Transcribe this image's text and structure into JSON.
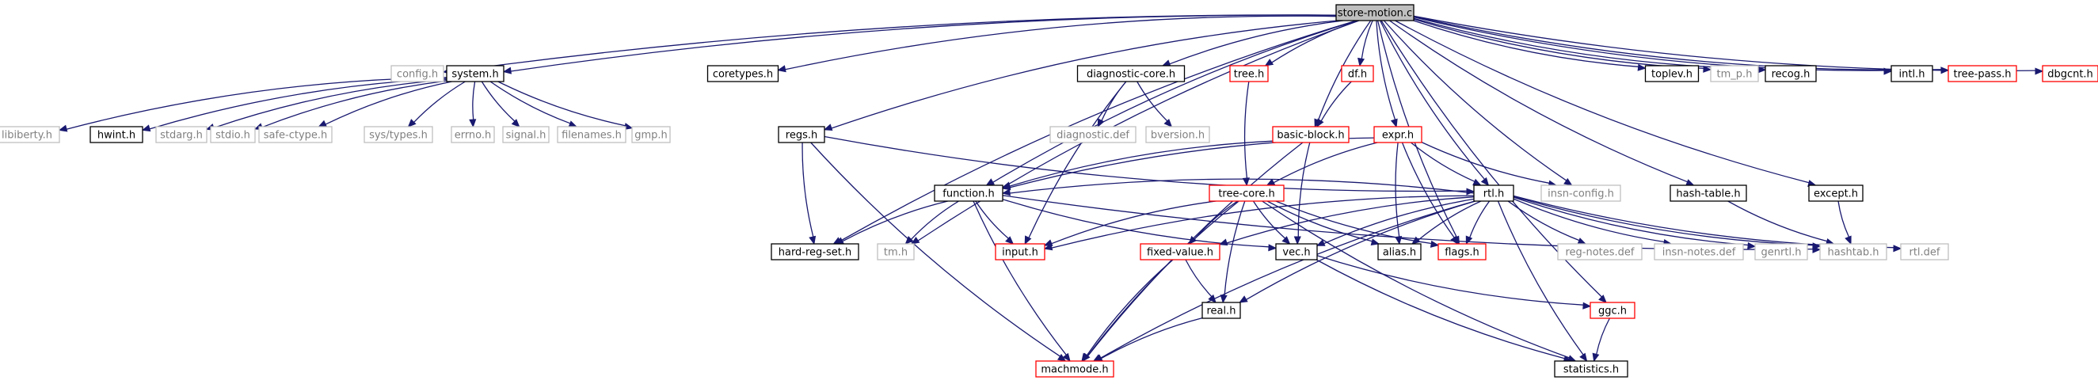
{
  "diagram": {
    "colors": {
      "edge": "#191970",
      "border_default": "#000000",
      "border_missing": "#bfbfbf",
      "border_truncated": "#ff0000",
      "fill_root": "#bfbfbf",
      "fill_default": "#ffffff",
      "text_default": "#000000",
      "text_missing": "#808080"
    },
    "nodes": [
      {
        "id": "store-motion",
        "label": "store-motion.c",
        "kind": "root"
      },
      {
        "id": "config",
        "label": "config.h",
        "kind": "missing"
      },
      {
        "id": "system",
        "label": "system.h",
        "kind": "default"
      },
      {
        "id": "coretypes",
        "label": "coretypes.h",
        "kind": "default"
      },
      {
        "id": "diagnostic-core",
        "label": "diagnostic-core.h",
        "kind": "default"
      },
      {
        "id": "tree",
        "label": "tree.h",
        "kind": "truncated"
      },
      {
        "id": "df",
        "label": "df.h",
        "kind": "truncated"
      },
      {
        "id": "toplev",
        "label": "toplev.h",
        "kind": "default"
      },
      {
        "id": "tm_p",
        "label": "tm_p.h",
        "kind": "missing"
      },
      {
        "id": "recog",
        "label": "recog.h",
        "kind": "default"
      },
      {
        "id": "intl",
        "label": "intl.h",
        "kind": "default"
      },
      {
        "id": "tree-pass",
        "label": "tree-pass.h",
        "kind": "truncated"
      },
      {
        "id": "dbgcnt",
        "label": "dbgcnt.h",
        "kind": "truncated"
      },
      {
        "id": "libiberty",
        "label": "libiberty.h",
        "kind": "missing"
      },
      {
        "id": "hwint",
        "label": "hwint.h",
        "kind": "default"
      },
      {
        "id": "stdarg",
        "label": "stdarg.h",
        "kind": "missing"
      },
      {
        "id": "stdio",
        "label": "stdio.h",
        "kind": "missing"
      },
      {
        "id": "safe-ctype",
        "label": "safe-ctype.h",
        "kind": "missing"
      },
      {
        "id": "sys-types",
        "label": "sys/types.h",
        "kind": "missing"
      },
      {
        "id": "errno",
        "label": "errno.h",
        "kind": "missing"
      },
      {
        "id": "signal",
        "label": "signal.h",
        "kind": "missing"
      },
      {
        "id": "filenames",
        "label": "filenames.h",
        "kind": "missing"
      },
      {
        "id": "gmp",
        "label": "gmp.h",
        "kind": "missing"
      },
      {
        "id": "diagnostic-def",
        "label": "diagnostic.def",
        "kind": "missing"
      },
      {
        "id": "bversion",
        "label": "bversion.h",
        "kind": "missing"
      },
      {
        "id": "basic-block",
        "label": "basic-block.h",
        "kind": "truncated"
      },
      {
        "id": "expr",
        "label": "expr.h",
        "kind": "truncated"
      },
      {
        "id": "regs",
        "label": "regs.h",
        "kind": "default"
      },
      {
        "id": "function",
        "label": "function.h",
        "kind": "default"
      },
      {
        "id": "tree-core",
        "label": "tree-core.h",
        "kind": "truncated"
      },
      {
        "id": "rtl",
        "label": "rtl.h",
        "kind": "default"
      },
      {
        "id": "insn-config",
        "label": "insn-config.h",
        "kind": "missing"
      },
      {
        "id": "hash-table",
        "label": "hash-table.h",
        "kind": "default"
      },
      {
        "id": "except",
        "label": "except.h",
        "kind": "default"
      },
      {
        "id": "hard-reg-set",
        "label": "hard-reg-set.h",
        "kind": "default"
      },
      {
        "id": "tm",
        "label": "tm.h",
        "kind": "missing"
      },
      {
        "id": "input",
        "label": "input.h",
        "kind": "truncated"
      },
      {
        "id": "fixed-value",
        "label": "fixed-value.h",
        "kind": "truncated"
      },
      {
        "id": "vec",
        "label": "vec.h",
        "kind": "default"
      },
      {
        "id": "alias",
        "label": "alias.h",
        "kind": "default"
      },
      {
        "id": "flags",
        "label": "flags.h",
        "kind": "truncated"
      },
      {
        "id": "reg-notes",
        "label": "reg-notes.def",
        "kind": "missing"
      },
      {
        "id": "insn-notes",
        "label": "insn-notes.def",
        "kind": "missing"
      },
      {
        "id": "genrtl",
        "label": "genrtl.h",
        "kind": "missing"
      },
      {
        "id": "hashtab",
        "label": "hashtab.h",
        "kind": "missing"
      },
      {
        "id": "rtl-def",
        "label": "rtl.def",
        "kind": "missing"
      },
      {
        "id": "real",
        "label": "real.h",
        "kind": "default"
      },
      {
        "id": "ggc",
        "label": "ggc.h",
        "kind": "truncated"
      },
      {
        "id": "machmode",
        "label": "machmode.h",
        "kind": "truncated"
      },
      {
        "id": "statistics",
        "label": "statistics.h",
        "kind": "default"
      }
    ],
    "edges": [
      [
        "store-motion",
        "config"
      ],
      [
        "store-motion",
        "system"
      ],
      [
        "store-motion",
        "coretypes"
      ],
      [
        "store-motion",
        "diagnostic-core"
      ],
      [
        "store-motion",
        "tree"
      ],
      [
        "store-motion",
        "df"
      ],
      [
        "store-motion",
        "toplev"
      ],
      [
        "store-motion",
        "tm_p"
      ],
      [
        "store-motion",
        "recog"
      ],
      [
        "store-motion",
        "intl"
      ],
      [
        "store-motion",
        "tree-pass"
      ],
      [
        "store-motion",
        "dbgcnt"
      ],
      [
        "store-motion",
        "regs"
      ],
      [
        "store-motion",
        "function"
      ],
      [
        "store-motion",
        "hard-reg-set"
      ],
      [
        "store-motion",
        "tm"
      ],
      [
        "store-motion",
        "basic-block"
      ],
      [
        "store-motion",
        "expr"
      ],
      [
        "store-motion",
        "flags"
      ],
      [
        "store-motion",
        "rtl"
      ],
      [
        "store-motion",
        "insn-config"
      ],
      [
        "store-motion",
        "hash-table"
      ],
      [
        "store-motion",
        "except"
      ],
      [
        "store-motion",
        "ggc"
      ],
      [
        "system",
        "libiberty"
      ],
      [
        "system",
        "hwint"
      ],
      [
        "system",
        "stdarg"
      ],
      [
        "system",
        "stdio"
      ],
      [
        "system",
        "safe-ctype"
      ],
      [
        "system",
        "sys-types"
      ],
      [
        "system",
        "errno"
      ],
      [
        "system",
        "signal"
      ],
      [
        "system",
        "filenames"
      ],
      [
        "system",
        "gmp"
      ],
      [
        "diagnostic-core",
        "diagnostic-def"
      ],
      [
        "diagnostic-core",
        "bversion"
      ],
      [
        "diagnostic-core",
        "input"
      ],
      [
        "tree",
        "tree-core"
      ],
      [
        "df",
        "basic-block"
      ],
      [
        "basic-block",
        "function"
      ],
      [
        "basic-block",
        "vec"
      ],
      [
        "basic-block",
        "machmode"
      ],
      [
        "expr",
        "function"
      ],
      [
        "expr",
        "tree-core"
      ],
      [
        "expr",
        "rtl"
      ],
      [
        "expr",
        "insn-config"
      ],
      [
        "expr",
        "alias"
      ],
      [
        "expr",
        "flags"
      ],
      [
        "regs",
        "rtl"
      ],
      [
        "regs",
        "hard-reg-set"
      ],
      [
        "regs",
        "machmode"
      ],
      [
        "function",
        "hard-reg-set"
      ],
      [
        "function",
        "tm"
      ],
      [
        "function",
        "input"
      ],
      [
        "function",
        "vec"
      ],
      [
        "function",
        "hashtab"
      ],
      [
        "function",
        "machmode"
      ],
      [
        "tree-core",
        "input"
      ],
      [
        "tree-core",
        "fixed-value"
      ],
      [
        "tree-core",
        "vec"
      ],
      [
        "tree-core",
        "alias"
      ],
      [
        "tree-core",
        "flags"
      ],
      [
        "tree-core",
        "real"
      ],
      [
        "tree-core",
        "machmode"
      ],
      [
        "tree-core",
        "statistics"
      ],
      [
        "rtl",
        "function"
      ],
      [
        "rtl",
        "input"
      ],
      [
        "rtl",
        "fixed-value"
      ],
      [
        "rtl",
        "vec"
      ],
      [
        "rtl",
        "alias"
      ],
      [
        "rtl",
        "flags"
      ],
      [
        "rtl",
        "reg-notes"
      ],
      [
        "rtl",
        "insn-notes"
      ],
      [
        "rtl",
        "genrtl"
      ],
      [
        "rtl",
        "hashtab"
      ],
      [
        "rtl",
        "rtl-def"
      ],
      [
        "rtl",
        "real"
      ],
      [
        "rtl",
        "machmode"
      ],
      [
        "rtl",
        "statistics"
      ],
      [
        "hash-table",
        "hashtab"
      ],
      [
        "except",
        "hashtab"
      ],
      [
        "fixed-value",
        "real"
      ],
      [
        "fixed-value",
        "machmode"
      ],
      [
        "vec",
        "ggc"
      ],
      [
        "vec",
        "statistics"
      ],
      [
        "real",
        "machmode"
      ],
      [
        "ggc",
        "statistics"
      ]
    ]
  }
}
